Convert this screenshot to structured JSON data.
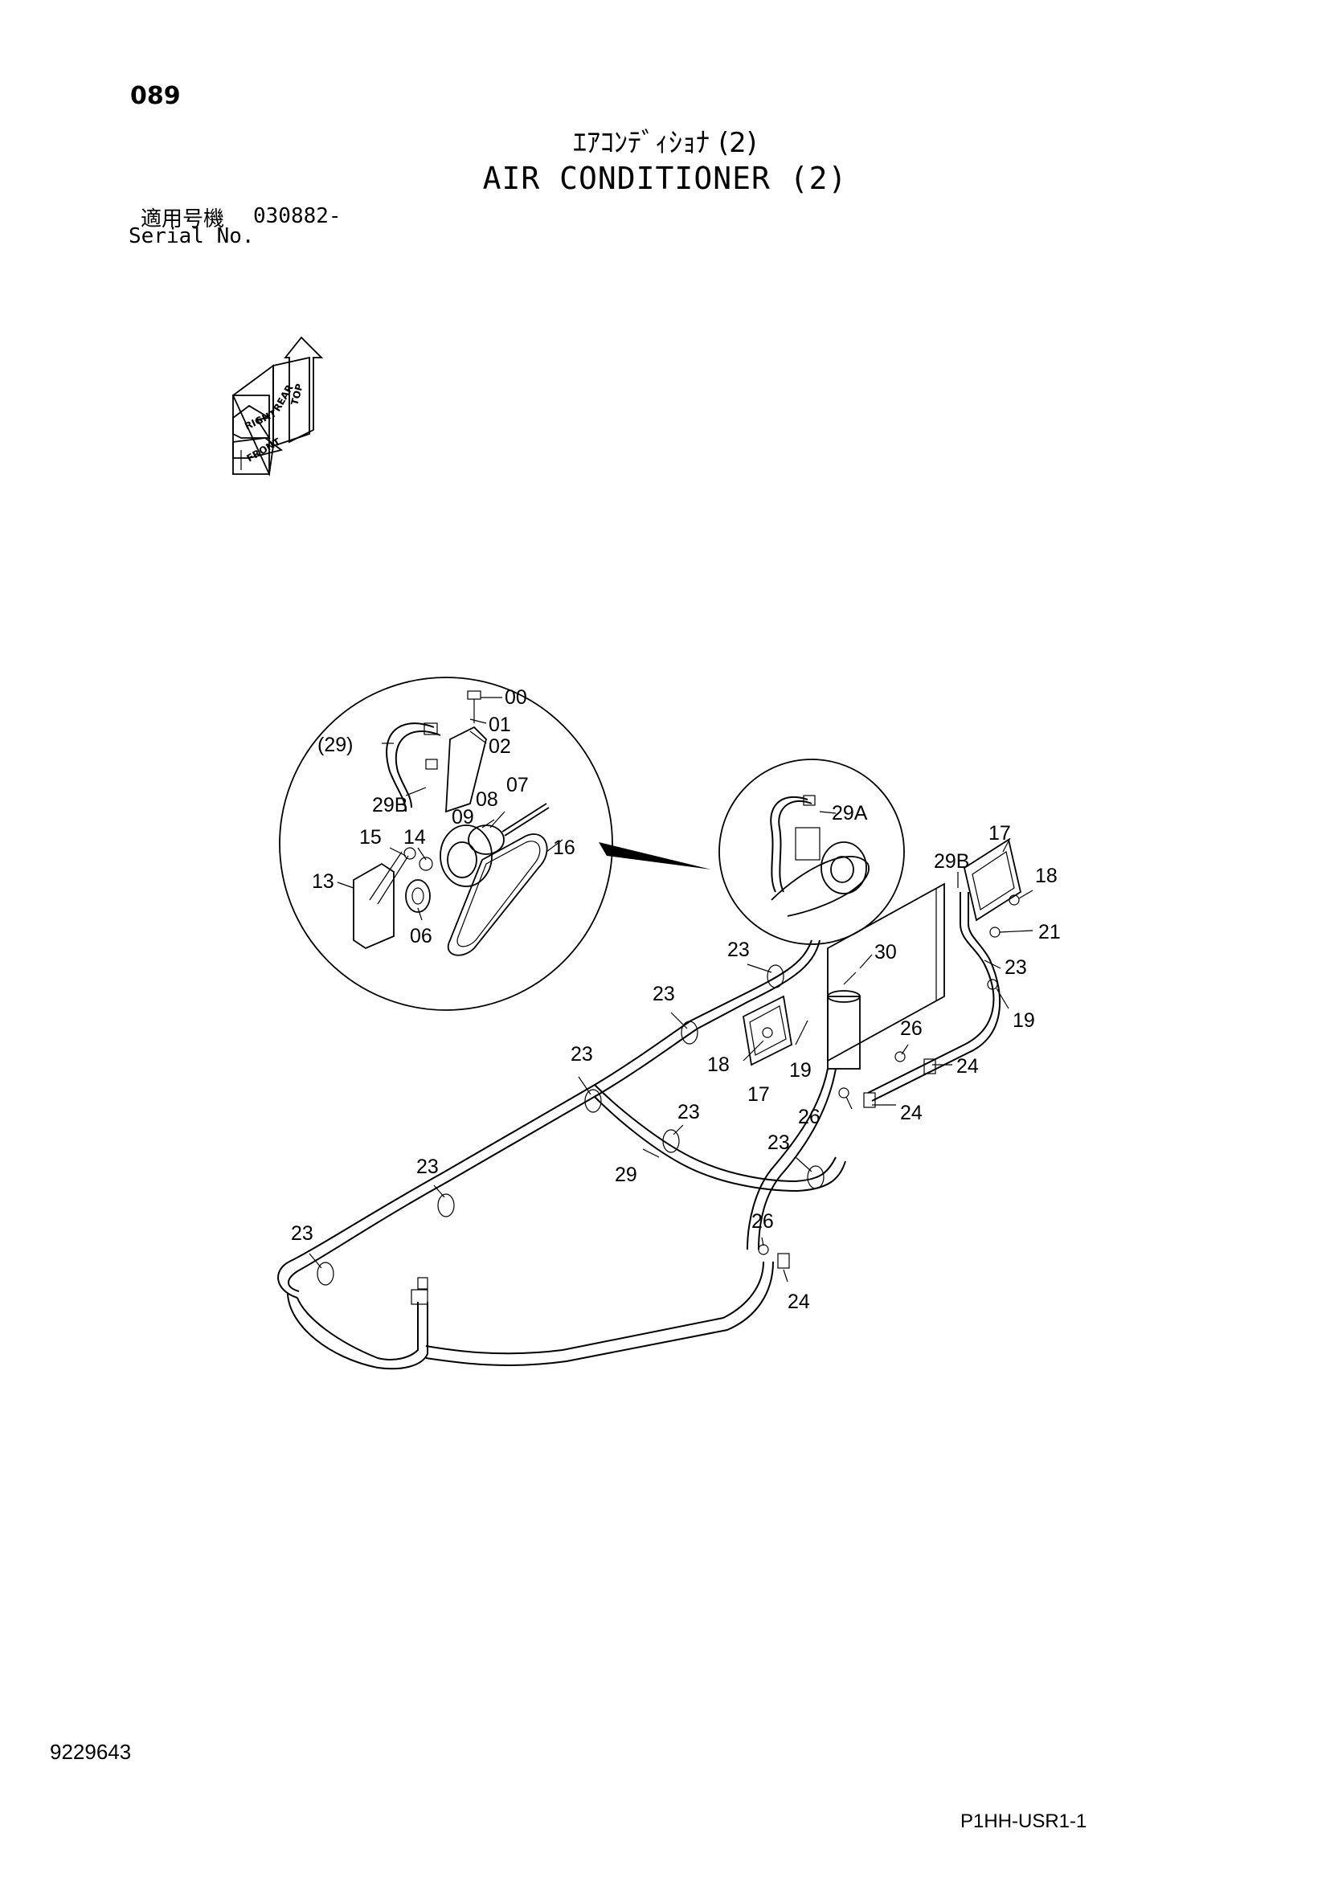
{
  "header": {
    "page_number": "089",
    "title_jp": "ｴｱｺﾝﾃﾞｨｼｮﾅ (2)",
    "title_en": "AIR CONDITIONER (2)",
    "serial_label_jp": "適用号機",
    "serial_range": "030882-",
    "serial_label_en": "Serial No."
  },
  "orientation": {
    "top": "TOP",
    "rear": "REAR",
    "right": "RIGHT",
    "front": "FRONT"
  },
  "callouts": {
    "c00": "00",
    "c01": "01",
    "c02": "02",
    "c29p": "(29)",
    "c07": "07",
    "c08": "08",
    "c29b_d": "29B",
    "c09": "09",
    "c15": "15",
    "c14": "14",
    "c16": "16",
    "c13": "13",
    "c06": "06",
    "c29a": "29A",
    "c17a": "17",
    "c29b": "29B",
    "c18a": "18",
    "c21": "21",
    "c23a": "23",
    "c30": "30",
    "c23b": "23",
    "c19a": "19",
    "c23c": "23",
    "c26a": "26",
    "c18b": "18",
    "c19b": "19",
    "c24a": "24",
    "c23d": "23",
    "c17b": "17",
    "c23e": "23",
    "c26b": "26",
    "c24b": "24",
    "c23f": "23",
    "c29": "29",
    "c23g": "23",
    "c23h": "23",
    "c26c": "26",
    "c24c": "24"
  },
  "footer": {
    "doc_number": "9229643",
    "page_code": "P1HH-USR1-1"
  }
}
